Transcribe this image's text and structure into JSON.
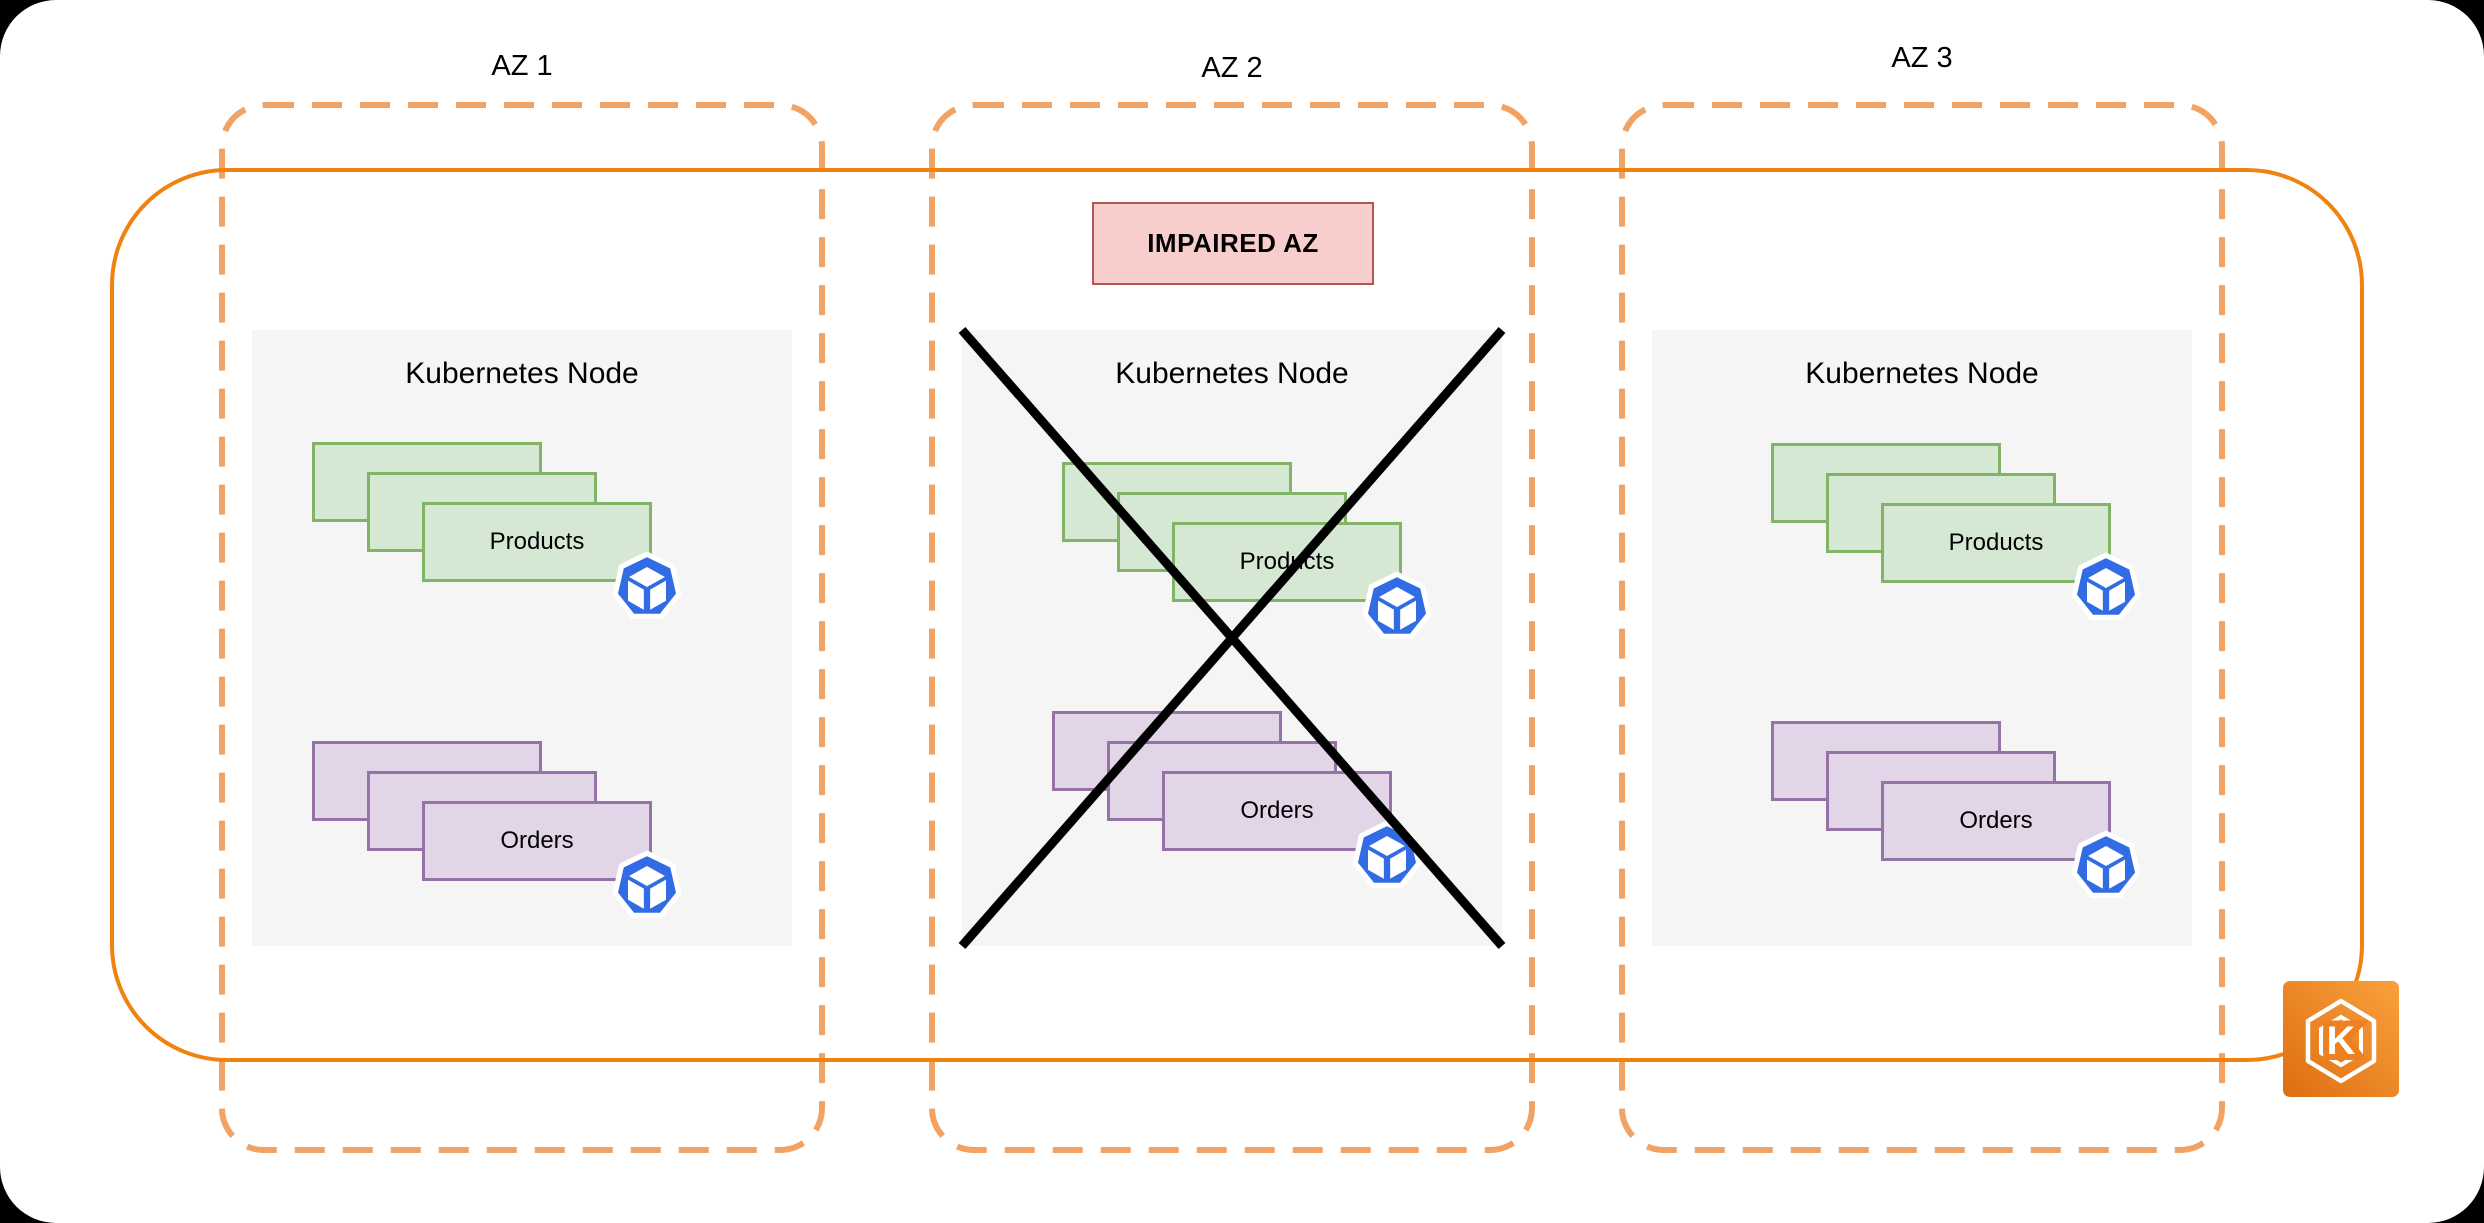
{
  "diagram": {
    "title": "EKS cluster across availability zones with one impaired AZ",
    "surface_color": "#FFFFFF",
    "background_color": "#000000"
  },
  "cluster": {
    "border_color": "#F0820F",
    "icon": "eks-kubernetes-icon",
    "icon_letter": "K",
    "icon_gradient_top": "#F9A13C",
    "icon_gradient_bottom": "#DE6E12"
  },
  "impaired_banner": {
    "label": "IMPAIRED AZ",
    "fill": "#F8CECC",
    "border": "#B85450"
  },
  "colors": {
    "az_dashed_border": "#F2A263",
    "node_fill": "#F5F5F5",
    "products_fill": "#D5E8D4",
    "products_border": "#82B366",
    "orders_fill": "#E1D5E7",
    "orders_border": "#9673A6",
    "pod_icon_blue": "#326CE5",
    "cross_color": "#000000"
  },
  "azs": [
    {
      "label": "AZ 1",
      "impaired": false,
      "node": {
        "title": "Kubernetes Node",
        "workloads": [
          {
            "name": "Products",
            "replicas": 3,
            "icon": "kubernetes-pod-icon"
          },
          {
            "name": "Orders",
            "replicas": 3,
            "icon": "kubernetes-pod-icon"
          }
        ]
      }
    },
    {
      "label": "AZ 2",
      "impaired": true,
      "node": {
        "title": "Kubernetes Node",
        "workloads": [
          {
            "name": "Products",
            "replicas": 3,
            "icon": "kubernetes-pod-icon"
          },
          {
            "name": "Orders",
            "replicas": 3,
            "icon": "kubernetes-pod-icon"
          }
        ]
      }
    },
    {
      "label": "AZ 3",
      "impaired": false,
      "node": {
        "title": "Kubernetes Node",
        "workloads": [
          {
            "name": "Products",
            "replicas": 3,
            "icon": "kubernetes-pod-icon"
          },
          {
            "name": "Orders",
            "replicas": 3,
            "icon": "kubernetes-pod-icon"
          }
        ]
      }
    }
  ]
}
